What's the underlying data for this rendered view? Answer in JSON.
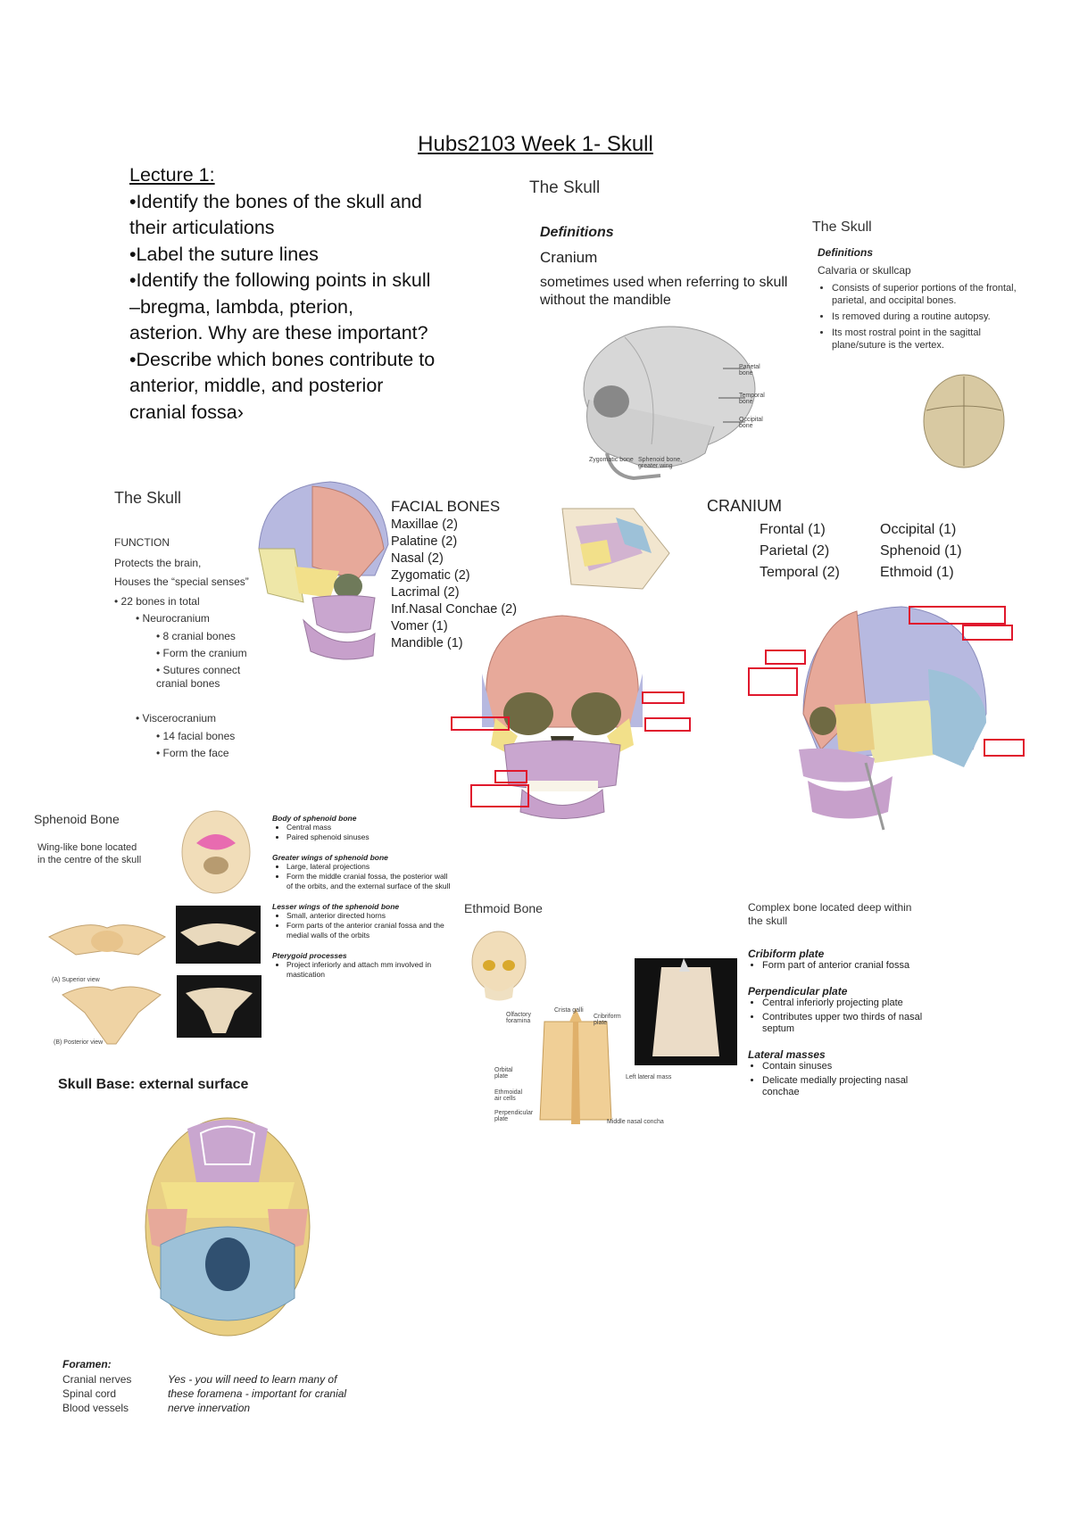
{
  "title": "Hubs2103 Week 1- Skull",
  "lecture": {
    "heading": "Lecture 1:",
    "lines": [
      "•Identify the bones of the skull and",
      "their articulations",
      "•Label the suture lines",
      "•Identify the following points in skull",
      "–bregma, lambda, pterion,",
      "asterion. Why are these important?",
      "•Describe which bones contribute to",
      "anterior, middle, and posterior",
      "cranial fossa›"
    ]
  },
  "skull_def1": {
    "title": "The Skull",
    "heading": "Definitions",
    "term": "Cranium",
    "desc": "sometimes used when referring to skull without the mandible",
    "labels": [
      "Parietal bone",
      "Temporal bone",
      "Occipital bone",
      "Zygomatic bone",
      "Sphenoid bone, greater wing"
    ]
  },
  "skull_def2": {
    "title": "The Skull",
    "heading": "Definitions",
    "term": "Calvaria or skullcap",
    "bullets": [
      "Consists of superior portions of the frontal, parietal, and occipital bones.",
      "Is removed during a routine autopsy.",
      "Its most rostral point in the sagittal plane/suture is the vertex."
    ]
  },
  "skull_function": {
    "title": "The Skull",
    "heading": "FUNCTION",
    "line1": "Protects the brain,",
    "line2": "Houses the “special senses”",
    "total": "22 bones in total",
    "neuro": "Neurocranium",
    "neuro_items": [
      "8 cranial bones",
      "Form the cranium",
      "Sutures connect cranial bones"
    ],
    "visc": "Viscerocranium",
    "visc_items": [
      "14 facial bones",
      "Form the face"
    ]
  },
  "facial_bones": {
    "heading": "FACIAL BONES",
    "items": [
      "Maxillae (2)",
      "Palatine (2)",
      "Nasal (2)",
      "Zygomatic (2)",
      "Lacrimal (2)",
      "Inf.Nasal Conchae (2)",
      "Vomer (1)",
      "Mandible (1)"
    ]
  },
  "cranium": {
    "heading": "CRANIUM",
    "col1": [
      "Frontal (1)",
      "Parietal (2)",
      "Temporal (2)"
    ],
    "col2": [
      "Occipital (1)",
      "Sphenoid (1)",
      "Ethmoid (1)"
    ]
  },
  "sphenoid": {
    "title": "Sphenoid Bone",
    "desc": "Wing-like bone located in the centre of the skull",
    "sections": [
      {
        "h": "Body of sphenoid bone",
        "items": [
          "Central mass",
          "Paired sphenoid sinuses"
        ]
      },
      {
        "h": "Greater wings of sphenoid bone",
        "items": [
          "Large, lateral projections",
          "Form the middle cranial fossa, the posterior wall of the orbits, and the external surface of the skull"
        ]
      },
      {
        "h": "Lesser wings of the sphenoid bone",
        "items": [
          "Small, anterior directed horns",
          "Form parts of the anterior cranial fossa and the medial walls of the orbits"
        ]
      },
      {
        "h": "Pterygoid processes",
        "items": [
          "Project inferiorly and attach mm involved in mastication"
        ]
      }
    ],
    "view1": "(A) Superior view",
    "view2": "(B) Posterior view"
  },
  "ethmoid": {
    "title": "Ethmoid Bone",
    "desc": "Complex bone located deep within the skull",
    "sections": [
      {
        "h": "Cribiform plate",
        "items": [
          "Form part of anterior cranial fossa"
        ]
      },
      {
        "h": "Perpendicular plate",
        "items": [
          "Central inferiorly projecting plate",
          "Contributes upper two thirds of nasal septum"
        ]
      },
      {
        "h": "Lateral masses",
        "items": [
          "Contain sinuses",
          "Delicate medially projecting nasal conchae"
        ]
      }
    ],
    "labels": [
      "Crista galli",
      "Olfactory foramina",
      "Cribriform plate",
      "Orbital plate",
      "Ethmoidal air cells",
      "Perpendicular plate",
      "Left lateral mass",
      "Middle nasal concha"
    ]
  },
  "skull_base": {
    "title": "Skull Base: external surface",
    "foramen_h": "Foramen:",
    "foramen_items": [
      "Cranial nerves",
      "Spinal cord",
      "Blood vessels"
    ],
    "note": "Yes - you will need to learn many of these foramena - important for cranial nerve innervation"
  },
  "colors": {
    "frontal": "#e7a99a",
    "parietal": "#b7b9e0",
    "temporal": "#eee7a8",
    "occipital": "#9dc1d8",
    "sphenoid": "#e9cf84",
    "maxilla": "#c9a6cf",
    "mandible": "#c7a0cb",
    "zygomatic": "#f2e08a",
    "bone": "#f1ddb9",
    "red_box": "#e0182d"
  }
}
